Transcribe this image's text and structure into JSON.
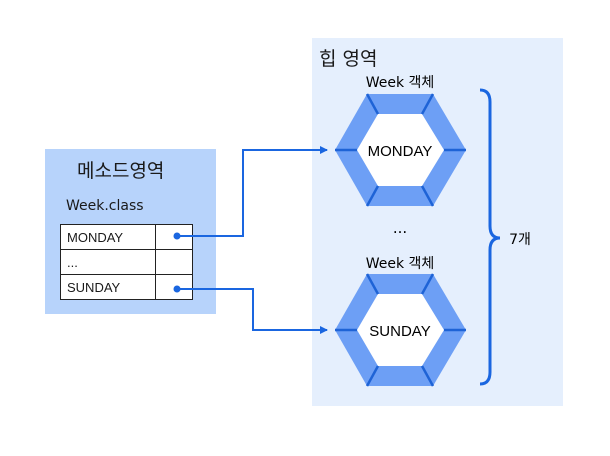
{
  "method_area": {
    "title": "메소드영역",
    "class_name": "Week.class",
    "rows": [
      {
        "name": "MONDAY",
        "has_ref": true
      },
      {
        "name": "...",
        "has_ref": false
      },
      {
        "name": "SUNDAY",
        "has_ref": true
      }
    ]
  },
  "heap_area": {
    "title": "힙 영역",
    "objects": [
      {
        "caption": "Week 객체",
        "value": "MONDAY"
      },
      {
        "caption": "Week 객체",
        "value": "SUNDAY"
      }
    ],
    "ellipsis": "...",
    "brace_label": "7개"
  },
  "colors": {
    "method_bg": "#b7d3fb",
    "heap_bg": "#e5effd",
    "hex_outer": "#6d9ff5",
    "hex_edge": "#1e63d6",
    "arrow": "#1a66e0"
  }
}
